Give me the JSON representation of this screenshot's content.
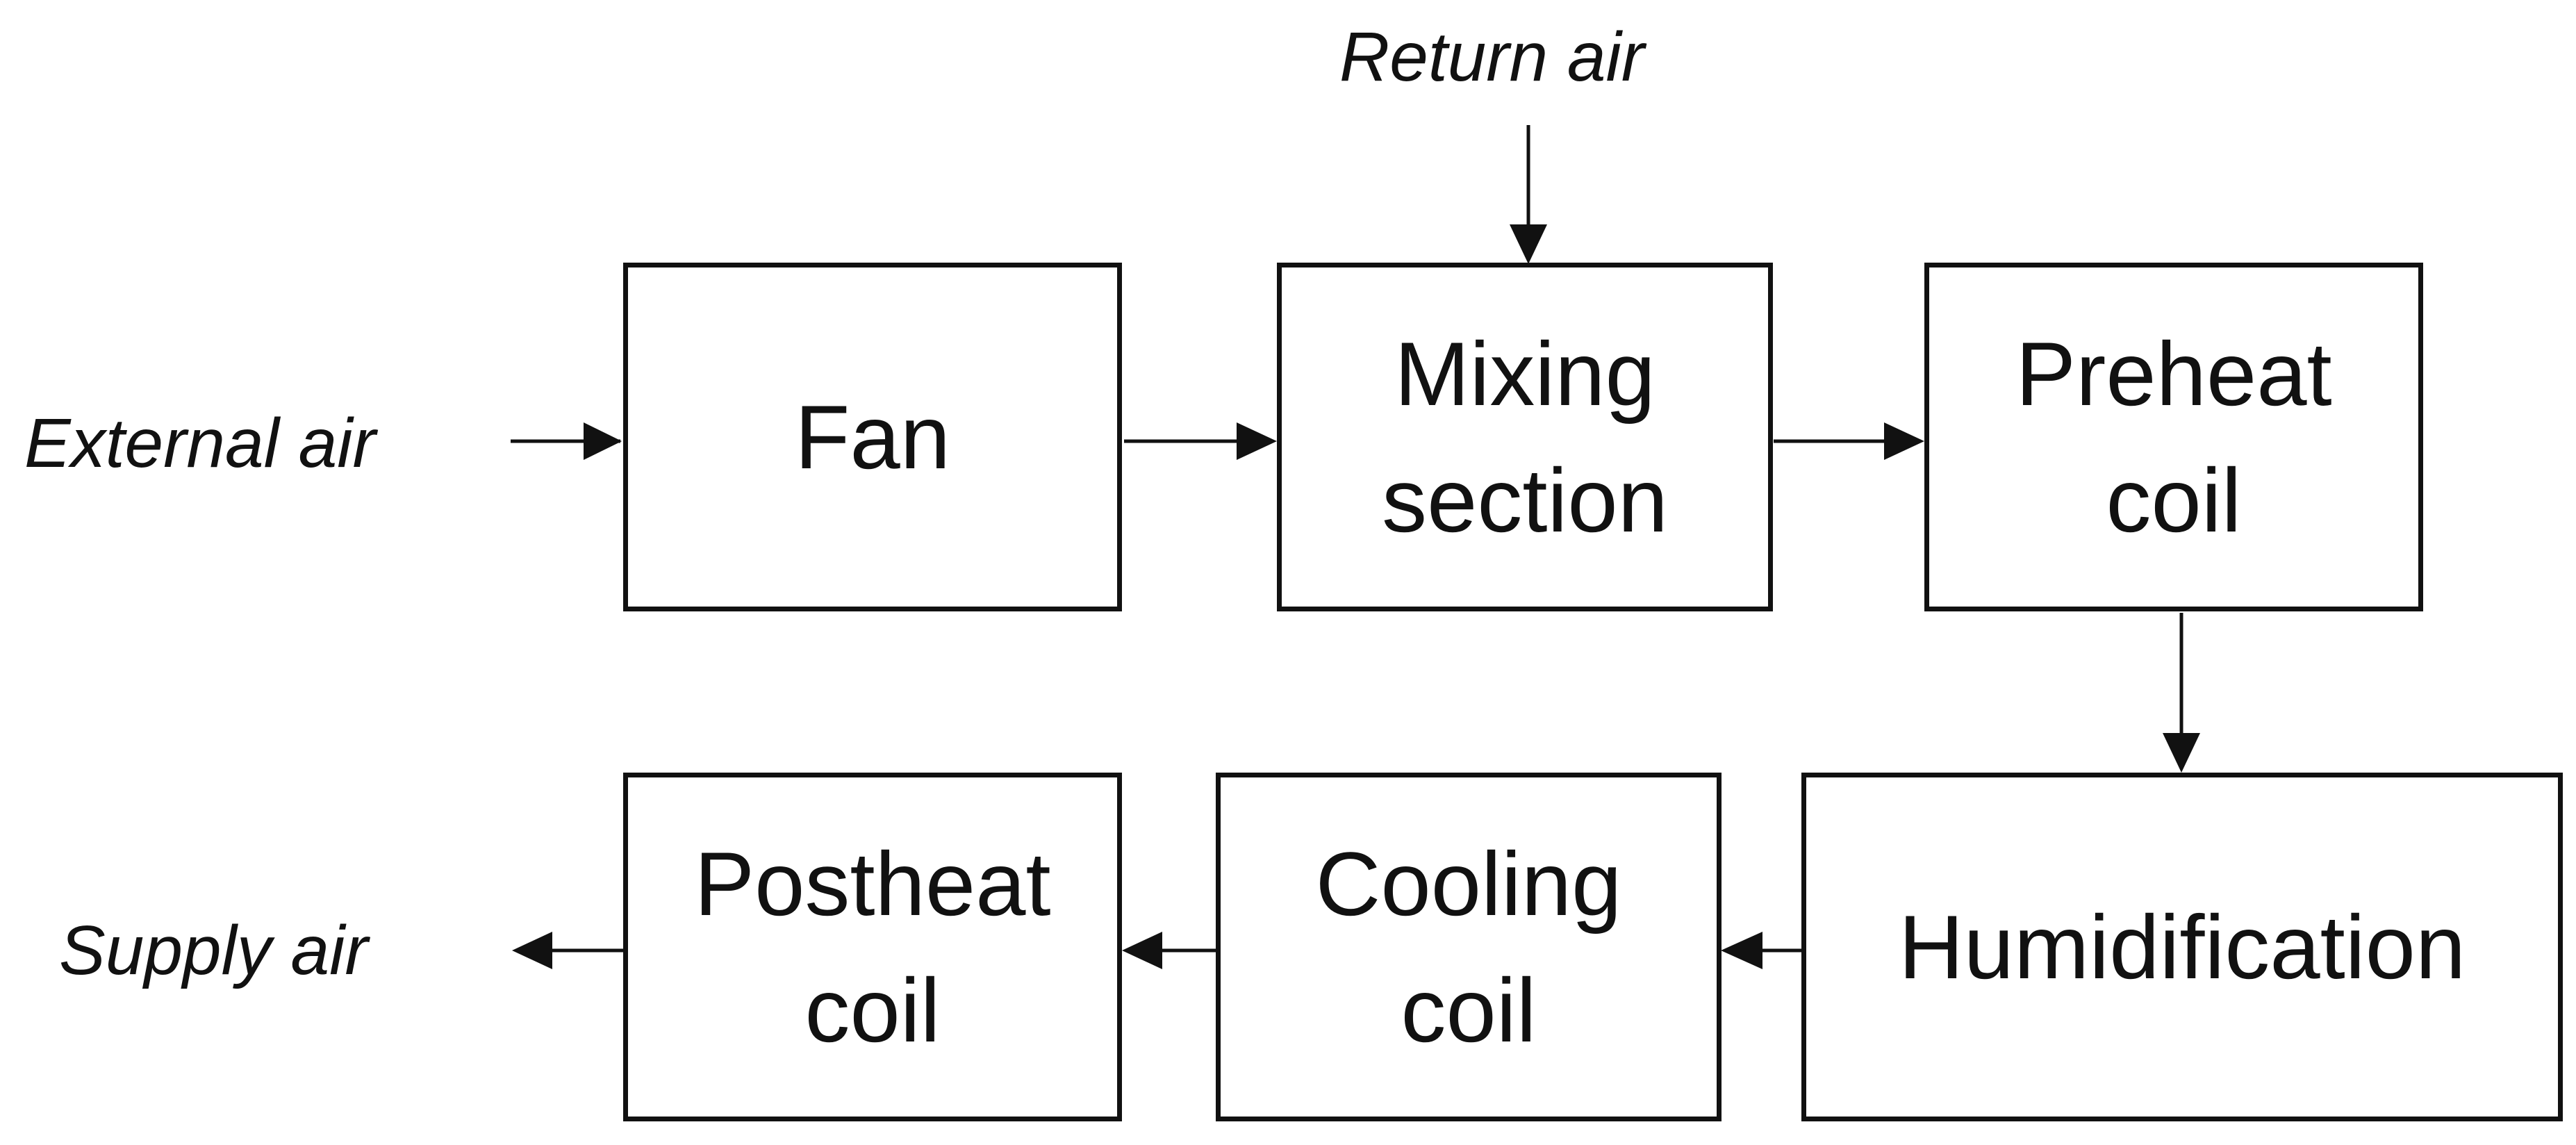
{
  "diagram": {
    "inputs": {
      "external_air": "External air",
      "return_air": "Return air"
    },
    "output": {
      "supply_air": "Supply air"
    },
    "blocks": [
      {
        "id": "fan",
        "lines": [
          "Fan"
        ]
      },
      {
        "id": "mixing",
        "lines": [
          "Mixing",
          "section"
        ]
      },
      {
        "id": "preheat",
        "lines": [
          "Preheat",
          "coil"
        ]
      },
      {
        "id": "humidification",
        "lines": [
          "Humidification"
        ]
      },
      {
        "id": "cooling",
        "lines": [
          "Cooling",
          "coil"
        ]
      },
      {
        "id": "postheat",
        "lines": [
          "Postheat",
          "coil"
        ]
      }
    ],
    "flow": [
      [
        "external_air",
        "fan"
      ],
      [
        "return_air",
        "mixing"
      ],
      [
        "fan",
        "mixing"
      ],
      [
        "mixing",
        "preheat"
      ],
      [
        "preheat",
        "humidification"
      ],
      [
        "humidification",
        "cooling"
      ],
      [
        "cooling",
        "postheat"
      ],
      [
        "postheat",
        "supply_air"
      ]
    ]
  }
}
